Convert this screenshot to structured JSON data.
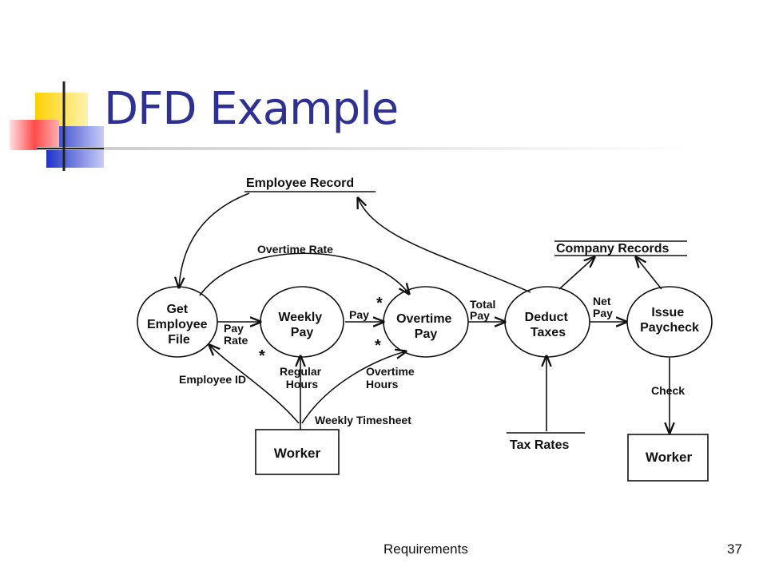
{
  "slide": {
    "title": "DFD Example",
    "footer": "Requirements",
    "page_number": "37"
  },
  "colors": {
    "title": "#2e3192",
    "accent_yellow": "#ffd200",
    "accent_blue": "#2b3fd1",
    "accent_red": "#ff4a4a"
  },
  "diagram": {
    "processes": [
      {
        "id": "get-employee-file",
        "lines": [
          "Get",
          "Employee",
          "File"
        ]
      },
      {
        "id": "weekly-pay",
        "lines": [
          "Weekly",
          "Pay"
        ]
      },
      {
        "id": "overtime-pay",
        "lines": [
          "Overtime",
          "Pay"
        ]
      },
      {
        "id": "deduct-taxes",
        "lines": [
          "Deduct",
          "Taxes"
        ]
      },
      {
        "id": "issue-paycheck",
        "lines": [
          "Issue",
          "Paycheck"
        ]
      }
    ],
    "entities": [
      {
        "id": "worker-source",
        "label": "Worker"
      },
      {
        "id": "worker-sink",
        "label": "Worker"
      }
    ],
    "stores": [
      {
        "id": "employee-record",
        "label": "Employee Record"
      },
      {
        "id": "company-records",
        "label": "Company Records"
      },
      {
        "id": "tax-rates",
        "label": "Tax Rates"
      }
    ],
    "flows": [
      {
        "id": "overtime-rate",
        "lines": [
          "Overtime Rate"
        ]
      },
      {
        "id": "pay-rate",
        "lines": [
          "Pay",
          "Rate"
        ]
      },
      {
        "id": "pay",
        "lines": [
          "Pay"
        ]
      },
      {
        "id": "total-pay",
        "lines": [
          "Total",
          "Pay"
        ]
      },
      {
        "id": "net-pay",
        "lines": [
          "Net",
          "Pay"
        ]
      },
      {
        "id": "employee-id",
        "lines": [
          "Employee ID"
        ]
      },
      {
        "id": "regular-hours",
        "lines": [
          "Regular",
          "Hours"
        ]
      },
      {
        "id": "overtime-hours",
        "lines": [
          "Overtime",
          "Hours"
        ]
      },
      {
        "id": "weekly-timesheet",
        "lines": [
          "Weekly Timesheet"
        ]
      },
      {
        "id": "check",
        "lines": [
          "Check"
        ]
      }
    ],
    "markers": [
      "*",
      "*",
      "*"
    ]
  }
}
